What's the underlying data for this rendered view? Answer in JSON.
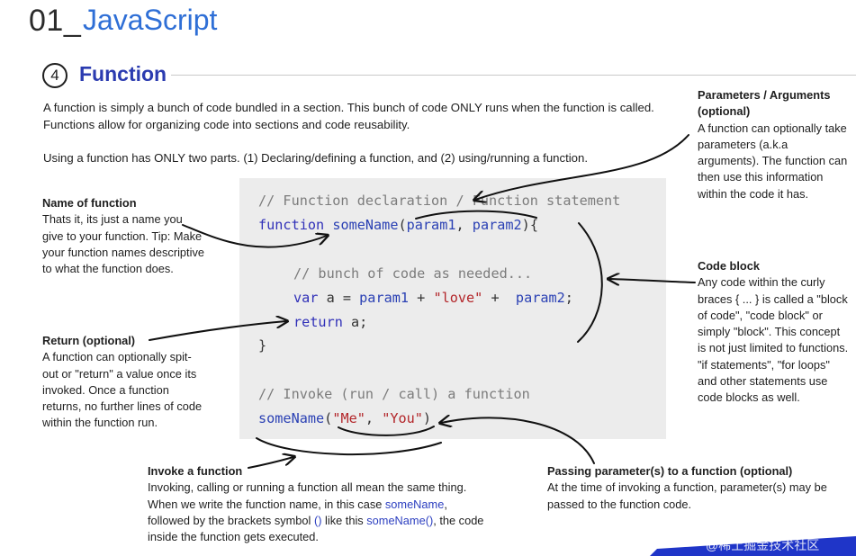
{
  "header": {
    "number": "01_",
    "title": "JavaScript"
  },
  "section": {
    "number": "4",
    "title": "Function"
  },
  "intro": {
    "p1": "A function is simply a bunch of code bundled in a section. This bunch of code ONLY runs when the function is called. Functions allow for organizing code into sections and code reusability.",
    "p2": "Using a function has ONLY two parts. (1) Declaring/defining a function, and (2) using/running a function."
  },
  "notes": {
    "name": {
      "title": "Name of function",
      "body": "Thats it, its just a name you give to your function. Tip: Make your function names descriptive to what the function does."
    },
    "ret": {
      "title": "Return (optional)",
      "body": "A function can optionally spit-out or \"return\" a value once its invoked. Once a function returns, no further lines of code within the function run."
    },
    "params": {
      "title": "Parameters / Arguments (optional)",
      "body": "A function can optionally take parameters (a.k.a arguments). The function can then use this information within the code it has."
    },
    "block": {
      "title": "Code block",
      "body": "Any code within the curly braces { ... } is called a \"block of code\", \"code block\" or simply \"block\". This concept is not just limited to functions. \"if statements\", \"for loops\" and other statements use code blocks as well."
    },
    "invoke": {
      "title": "Invoke a function",
      "body_a": "Invoking, calling or running a function all mean the same thing. When we write the function name, in this case ",
      "fn1": "someName",
      "body_b": ", followed by the brackets symbol ",
      "brackets": "()",
      "body_c": " like this ",
      "fn2": "someName()",
      "body_d": ", the code inside the function gets executed."
    },
    "pass": {
      "title": "Passing parameter(s) to a function (optional)",
      "body": "At the time of invoking a function, parameter(s) may be passed to the function code."
    }
  },
  "code": {
    "c1": "// Function declaration / Function statement",
    "kw_function": "function",
    "fname": "someName",
    "open": "(",
    "p1": "param1",
    "comma": ", ",
    "p2": "param2",
    "close": "){",
    "c2": "// bunch of code as needed...",
    "kw_var": "var",
    "a_assign": " a = ",
    "p1b": "param1",
    "plus1": " + ",
    "str_love": "\"love\"",
    "plus2": " +  ",
    "p2b": "param2",
    "semi": ";",
    "kw_return": "return",
    "ret_val": " a;",
    "brace": "}",
    "c3": "// Invoke (run / call) a function",
    "call_name": "someName",
    "call_open": "(",
    "arg1": "\"Me\"",
    "call_comma": ", ",
    "arg2": "\"You\"",
    "call_close": ")"
  },
  "watermark": "@稀土掘金技术社区",
  "colors": {
    "accent": "#2b3bb0",
    "title_blue": "#2f6fd6",
    "code_bg": "#ececec",
    "string": "#b3262a",
    "comment": "#7c7c7c"
  }
}
